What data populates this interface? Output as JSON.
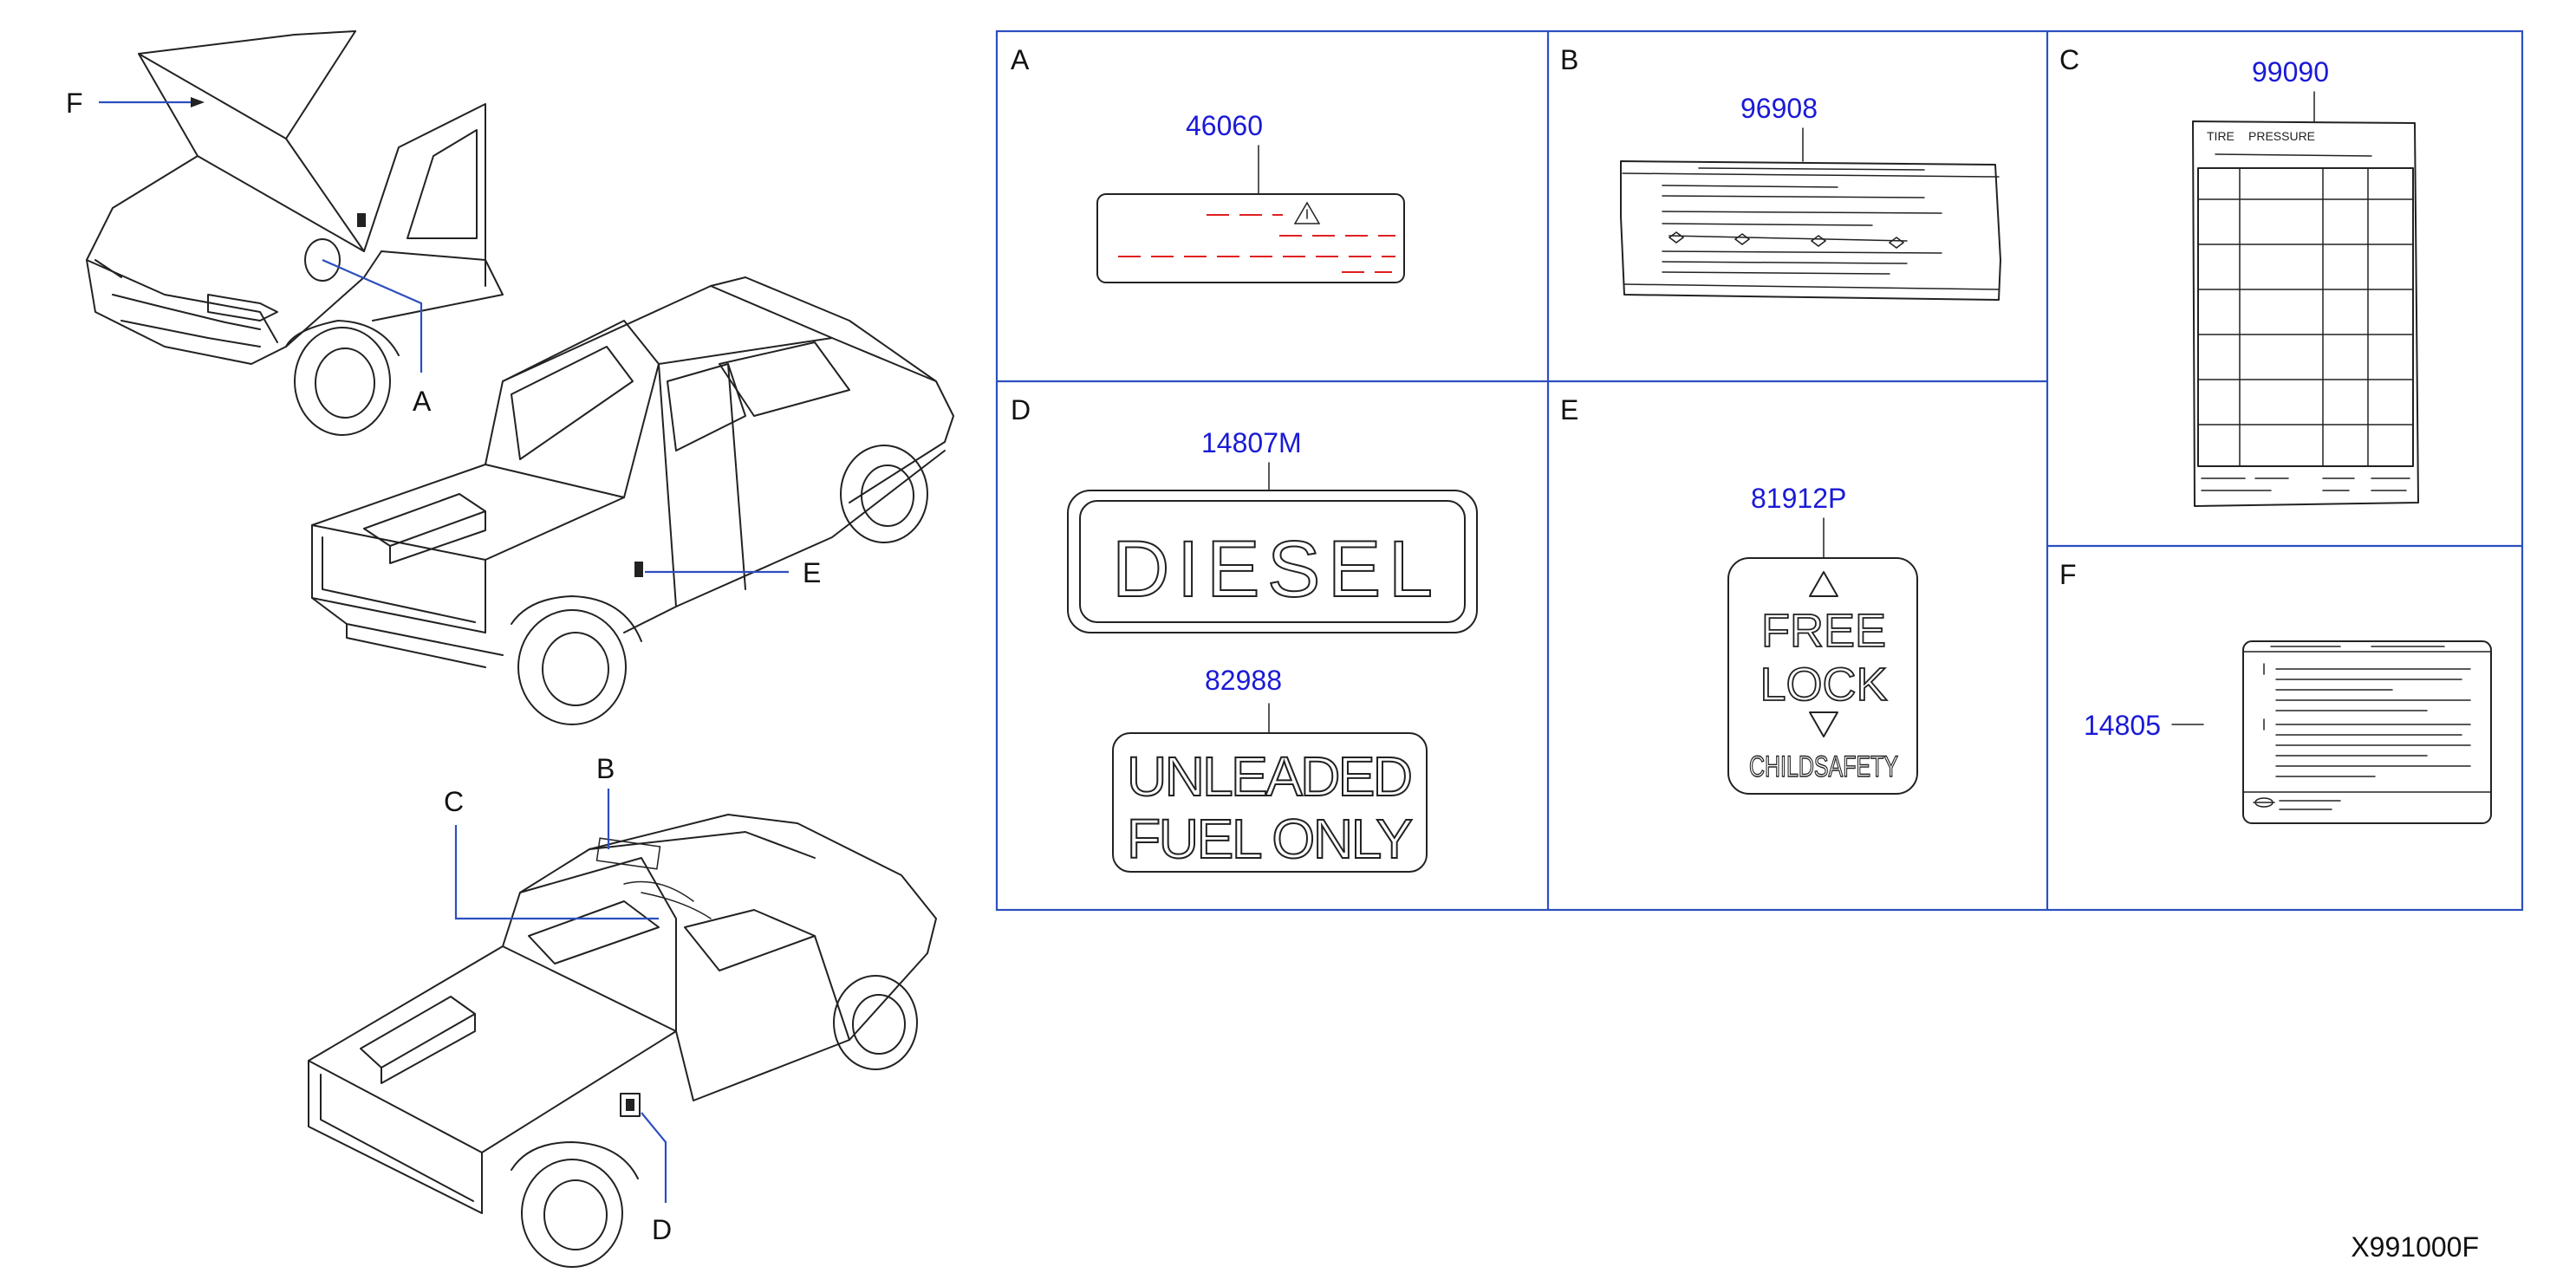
{
  "diagram_code": "X991000F",
  "vehicle_callouts": {
    "a": "A",
    "b": "B",
    "c": "C",
    "d": "D",
    "e": "E",
    "f": "F"
  },
  "panels": {
    "a": {
      "letter": "A",
      "part_number": "46060"
    },
    "b": {
      "letter": "B",
      "part_number": "96908"
    },
    "c": {
      "letter": "C",
      "part_number": "99090",
      "label_text": [
        "TIRE",
        "PRESSURE"
      ]
    },
    "d": {
      "letter": "D",
      "part_numbers": [
        "14807M",
        "82988"
      ],
      "diesel_text": "DIESEL",
      "unleaded_lines": [
        "UNLEADED",
        "FUEL ONLY"
      ]
    },
    "e": {
      "letter": "E",
      "part_number": "81912P",
      "label_lines": [
        "FREE",
        "LOCK",
        "CHILDSAFETY"
      ]
    },
    "f": {
      "letter": "F",
      "part_number": "14805"
    }
  },
  "colors": {
    "part_number": "#1a1ad6",
    "frame": "#2d4fbf",
    "warning_dash": "#e02020"
  }
}
